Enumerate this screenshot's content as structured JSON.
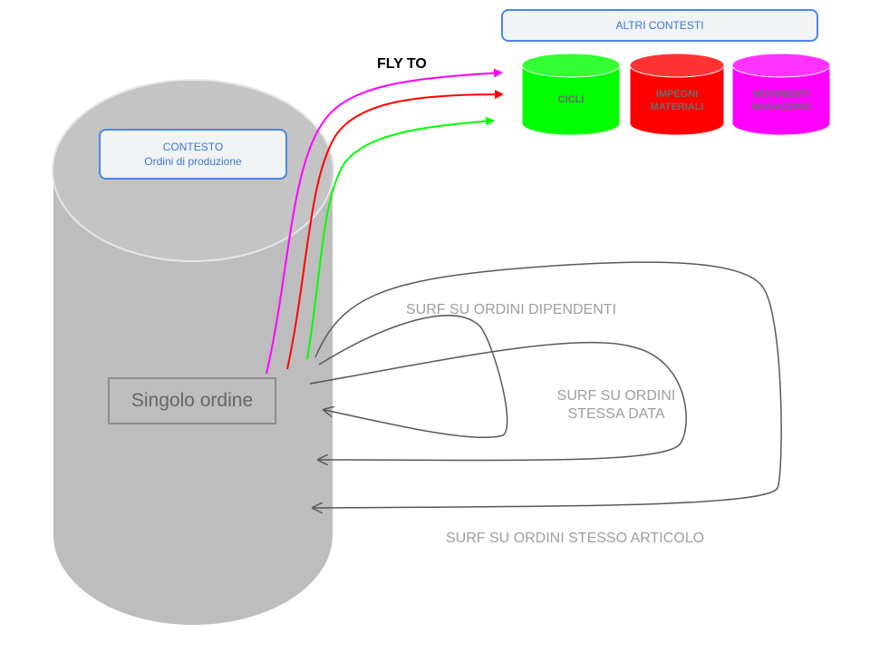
{
  "context_box": {
    "title": "CONTESTO",
    "subtitle": "Ordini di produzione"
  },
  "other_contexts": {
    "title": "ALTRI CONTESTI",
    "items": [
      {
        "label": "CICLI",
        "color": "#00ff00"
      },
      {
        "label": "IMPEGNI MATERIALI",
        "color": "#ff0000"
      },
      {
        "label": "MOVIMENTI MAGAZZINO",
        "color": "#ff00ff"
      }
    ]
  },
  "fly_to_label": "FLY TO",
  "single_order_label": "Singolo ordine",
  "surf_labels": {
    "dependent": "SURF SU ORDINI DIPENDENTI",
    "same_date_line1": "SURF SU ORDINI",
    "same_date_line2": "STESSA DATA",
    "same_article": "SURF SU ORDINI STESSO ARTICOLO"
  },
  "colors": {
    "main_cylinder": "#bdbdbd",
    "arrow_gray": "#595959",
    "fly_magenta": "#ff00ff",
    "fly_red": "#ff0000",
    "fly_green": "#00ff00"
  }
}
